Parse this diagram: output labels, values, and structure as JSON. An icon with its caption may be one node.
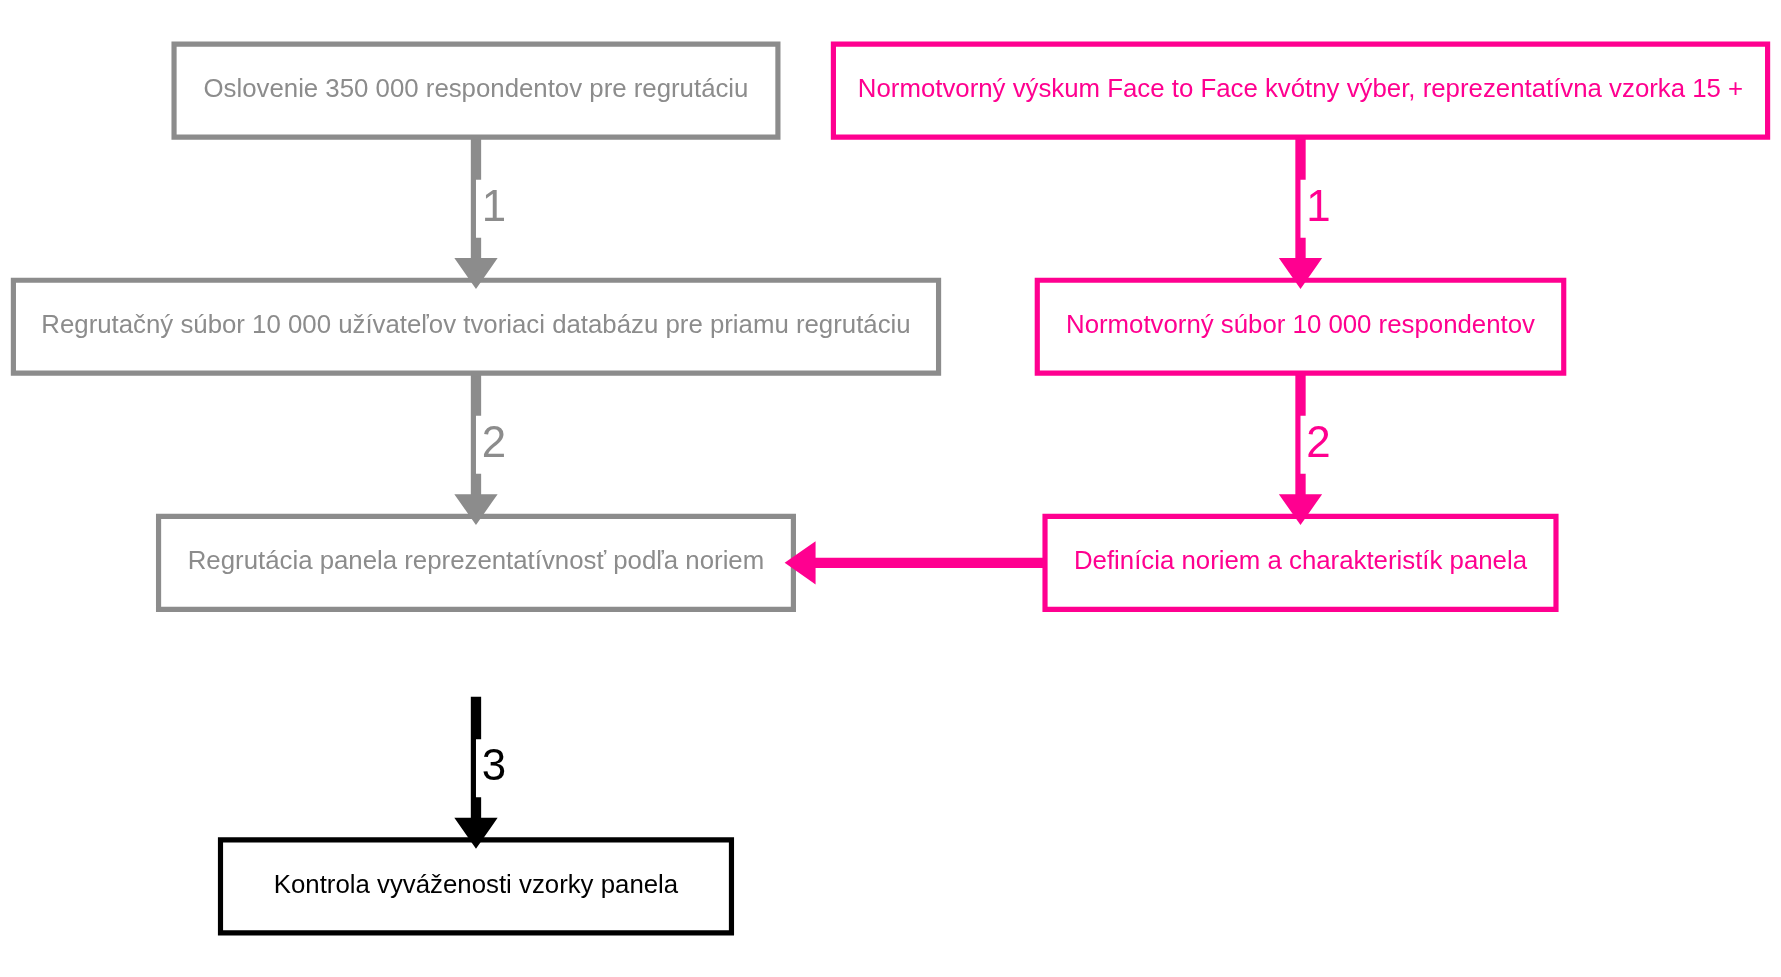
{
  "diagram": {
    "nodes": [
      {
        "text": [
          "Oslovenie 350 000 respondentov pre regrutáciu"
        ]
      },
      {
        "text": [
          "Regrutačný súbor 10 000 užívateľov tvoriaci databázu pre priamu regrutáciu"
        ]
      },
      {
        "text": [
          "Regrutácia panela reprezentatívnosť podľa noriem"
        ]
      },
      {
        "text": [
          "Normotvorný výskum Face to Face kvótny výber, reprezentatívna vzorka 15 +"
        ]
      },
      {
        "text": [
          "Normotvorný súbor 10 000 respondentov"
        ]
      },
      {
        "text": [
          "Definícia noriem a charakteristík panela"
        ]
      },
      {
        "text": [
          "Kontrola vyváženosti vzorky panela"
        ]
      }
    ],
    "edges": [
      {
        "from": 0,
        "to": 1,
        "arrow": "to",
        "label": "1",
        "color": "#8c8c8c"
      },
      {
        "from": 1,
        "to": 2,
        "arrow": "to",
        "label": "2",
        "color": "#8c8c8c"
      },
      {
        "from": 3,
        "to": 4,
        "arrow": "to",
        "label": "1"
      },
      {
        "from": 4,
        "to": 5,
        "arrow": "to",
        "label": "2"
      },
      {
        "from": 5,
        "to": 2,
        "arrow": "to"
      },
      {
        "from": null,
        "to": 6,
        "arrow": "to",
        "label": "3",
        "color": "#000000"
      }
    ]
  }
}
